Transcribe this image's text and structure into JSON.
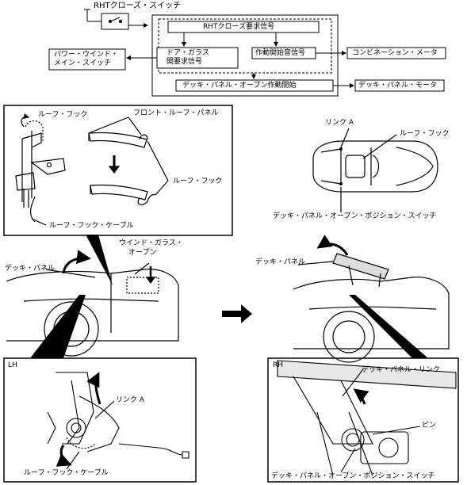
{
  "flow": {
    "switch_label": "RHTクローズ・スイッチ",
    "request_signal": "RHTクローズ要求信号",
    "door_glass_signal": "ドア・ガラス\n開要求信号",
    "door_glass_line1": "ドア・ガラス",
    "door_glass_line2": "開要求信号",
    "operation_sound_signal": "作動開始音信号",
    "power_window_switch": "パワー・ウインド・\nメイン・スイッチ",
    "power_window_line1": "パワー・ウインド・",
    "power_window_line2": "メイン・スイッチ",
    "combination_meter": "コンビネーション・メータ",
    "deck_panel_open_start": "デッキ・パネル・オープン作動開始",
    "deck_panel_motor": "デッキ・パネル・モータ"
  },
  "callouts": {
    "roof_hook_top": "ルーフ・フック",
    "front_roof_panel": "フロント・ルーフ・パネル",
    "roof_hook_right": "ルーフ・フック",
    "roof_hook_cable_top": "ルーフ・フック・ケーブル",
    "link_a_top": "リンク A",
    "roof_hook_car": "ルーフ・フック",
    "deck_panel_switch_top": "デッキ・パネル・オープン・ポジション・スイッチ",
    "window_glass_open_1": "ウインド・ガラス・",
    "window_glass_open_2": "オープン",
    "deck_panel_left": "デッキ・パネル",
    "deck_panel_right": "デッキ・パネル",
    "lh": "LH",
    "link_a_lh": "リンク A",
    "roof_hook_cable_lh": "ルーフ・フック・ケーブル",
    "rh": "RH",
    "deck_panel_link": "デッキ・パネル・リンク",
    "pin": "ピン",
    "deck_panel_switch_rh": "デッキ・パネル・オープン・ポジション・スイッチ"
  }
}
